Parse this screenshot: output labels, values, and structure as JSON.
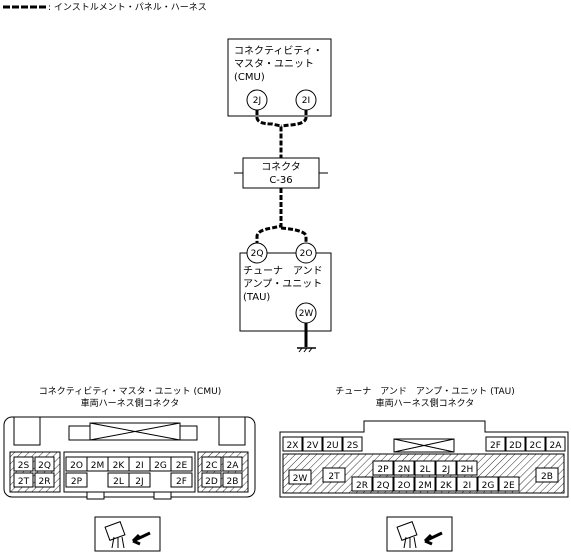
{
  "legend": {
    "text": ": インストルメント・パネル・ハーネス"
  },
  "cmu": {
    "label_lines": [
      "コネクティビティ・",
      "マスタ・ユニット",
      "(CMU)"
    ],
    "pins": [
      "2J",
      "2I"
    ]
  },
  "connector": {
    "label_lines": [
      "コネクタ",
      "C-36"
    ]
  },
  "tau": {
    "pins": [
      "2Q",
      "2O"
    ],
    "label_lines": [
      "チューナ　アンド",
      "アンプ・ユニット",
      "(TAU)"
    ],
    "ground_pin": "2W"
  },
  "cmu_connector": {
    "title_lines": [
      "コネクティビティ・マスタ・ユニット (CMU)",
      "車両ハーネス側コネクタ"
    ],
    "left_block": [
      [
        "2S",
        "2Q"
      ],
      [
        "2T",
        "2R"
      ]
    ],
    "center_top": [
      "2O",
      "2M",
      "2K",
      "2I",
      "2G",
      "2E"
    ],
    "center_bottom": [
      "2P",
      "",
      "2L",
      "2J",
      "",
      "2F"
    ],
    "right_block": [
      [
        "2C",
        "2A"
      ],
      [
        "2D",
        "2B"
      ]
    ]
  },
  "tau_connector": {
    "title_lines": [
      "チューナ　アンド　アンプ・ユニット (TAU)",
      "車両ハーネス側コネクタ"
    ],
    "top_left": [
      "2X",
      "2V",
      "2U",
      "2S"
    ],
    "top_right": [
      "2F",
      "2D",
      "2C",
      "2A"
    ],
    "mid_row": [
      "2P",
      "2N",
      "2L",
      "2J",
      "2H"
    ],
    "bottom_row": [
      "2R",
      "2Q",
      "2O",
      "2M",
      "2K",
      "2I",
      "2G",
      "2E"
    ],
    "side_pins": [
      "2W",
      "2T",
      "2B"
    ]
  }
}
